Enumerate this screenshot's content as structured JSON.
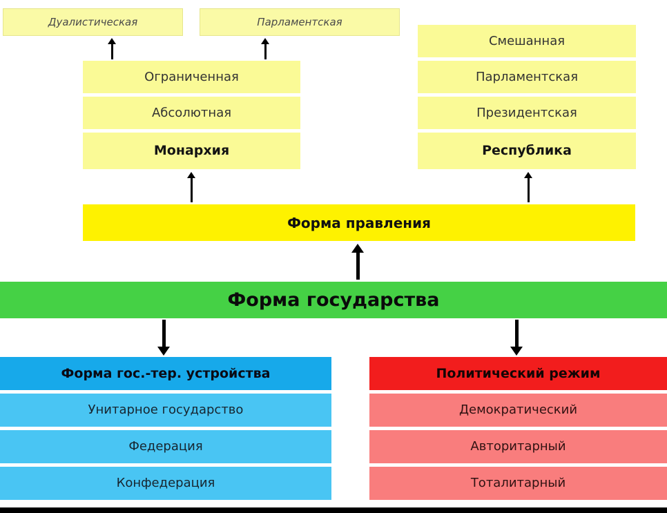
{
  "form_of_state": {
    "label": "Форма государства"
  },
  "form_of_government": {
    "label": "Форма правления",
    "monarchy": {
      "header": "Монархия",
      "types": [
        "Ограниченная",
        "Абсолютная"
      ],
      "limited_subtypes": [
        "Дуалистическая",
        "Парламентская"
      ]
    },
    "republic": {
      "header": "Республика",
      "types": [
        "Смешанная",
        "Парламентская",
        "Президентская"
      ]
    }
  },
  "territorial_structure": {
    "header": "Форма гос.-тер. устройства",
    "types": [
      "Унитарное государство",
      "Федерация",
      "Конфедерация"
    ]
  },
  "political_regime": {
    "header": "Политический режим",
    "types": [
      "Демократический",
      "Авторитарный",
      "Тоталитарный"
    ]
  },
  "edges": [
    {
      "from": "Форма государства",
      "to": "Форма правления"
    },
    {
      "from": "Форма государства",
      "to": "Форма гос.-тер. устройства"
    },
    {
      "from": "Форма государства",
      "to": "Политический режим"
    },
    {
      "from": "Форма правления",
      "to": "Монархия"
    },
    {
      "from": "Форма правления",
      "to": "Республика"
    },
    {
      "from": "Ограниченная",
      "to": "Дуалистическая"
    },
    {
      "from": "Ограниченная",
      "to": "Парламентская"
    }
  ],
  "colors": {
    "pale_yellow": "#FAFA96",
    "pale_yellow_light": "#FAFAA6",
    "bright_yellow": "#FEF200",
    "green": "#45D145",
    "blue_header": "#17A9EA",
    "blue_row": "#49C5F3",
    "red_header": "#F21D1D",
    "red_row": "#F97D7D",
    "arrow_black": "#000000"
  }
}
